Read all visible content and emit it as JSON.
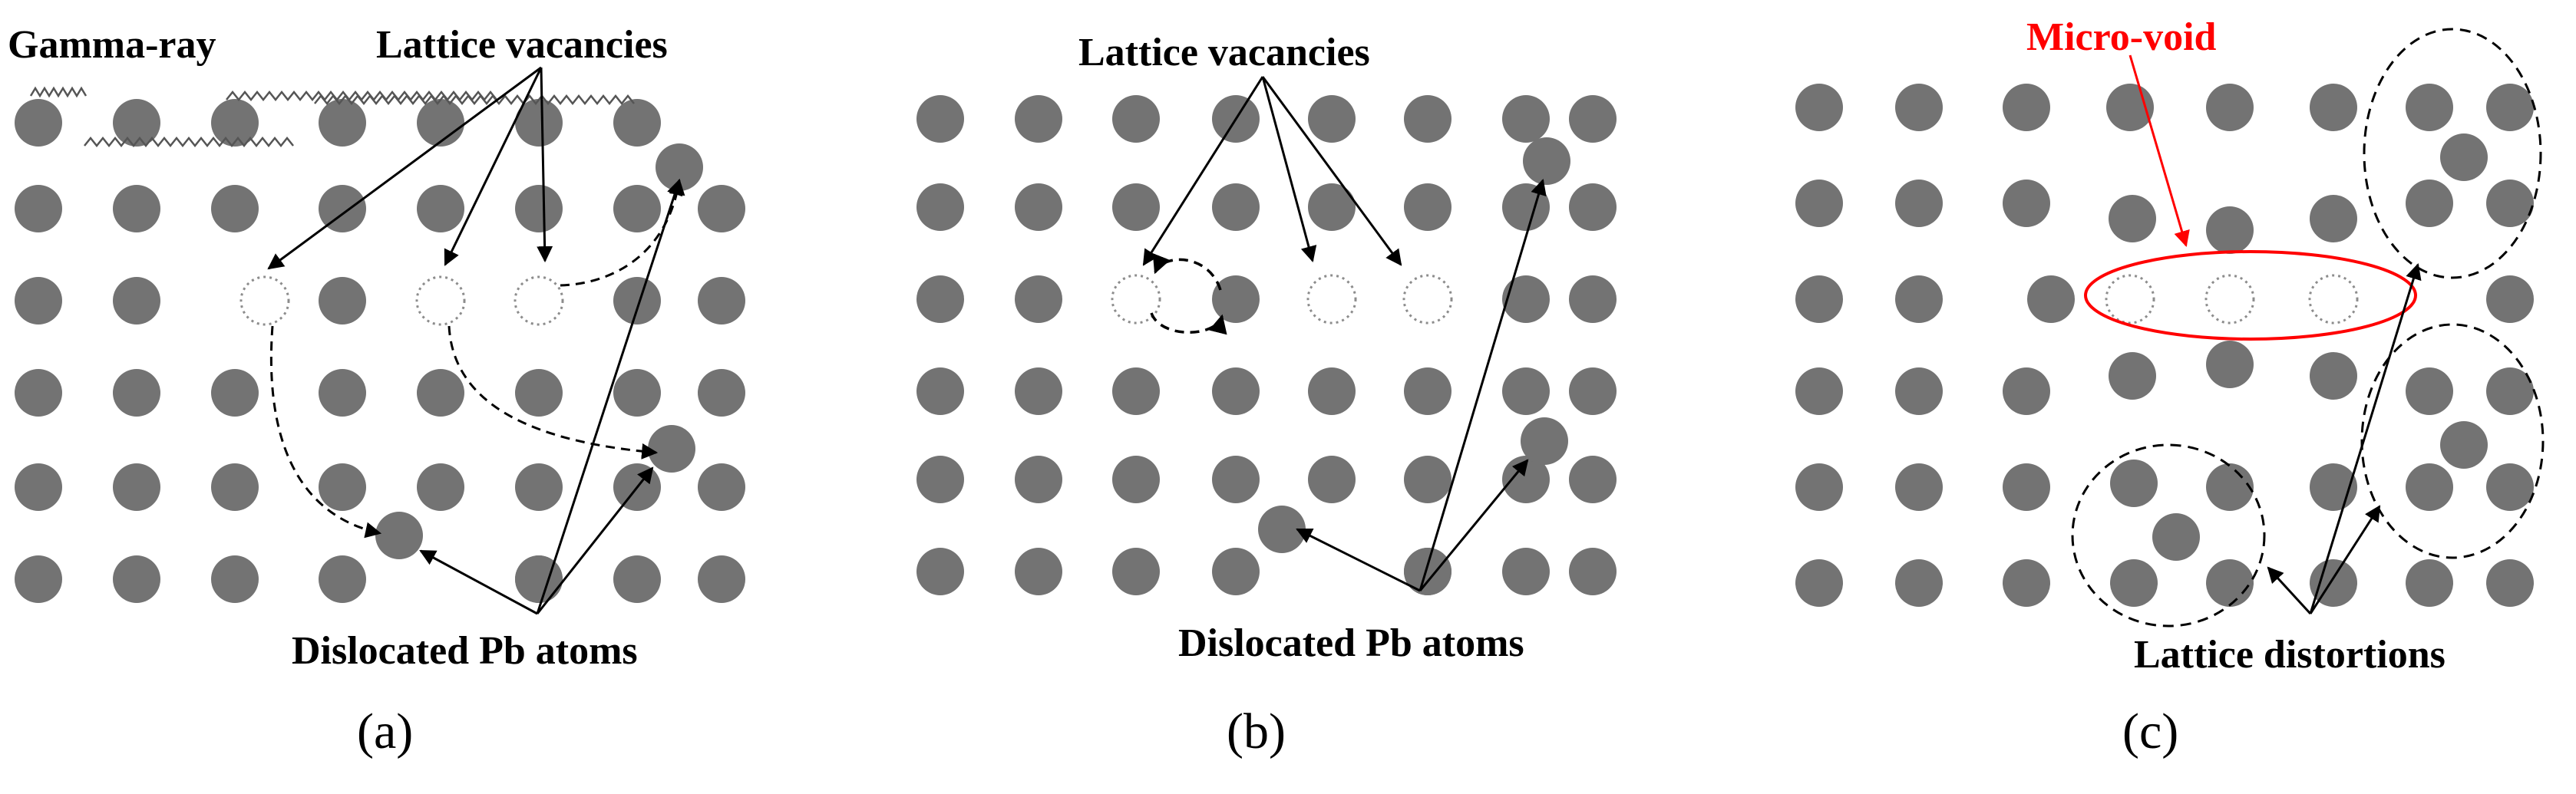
{
  "colors": {
    "atom": "#737373",
    "line": "#000000",
    "vacancy": "#8c8c8c",
    "highlight": "#ff0000"
  },
  "panel_a": {
    "caption": "(a)",
    "label_gamma": "Gamma-ray",
    "label_vacancies": "Lattice vacancies",
    "label_dislocated": "Dislocated Pb atoms"
  },
  "panel_b": {
    "caption": "(b)",
    "label_vacancies": "Lattice vacancies",
    "label_dislocated": "Dislocated Pb atoms"
  },
  "panel_c": {
    "caption": "(c)",
    "label_microvoid": "Micro-void",
    "label_distortions": "Lattice distortions"
  }
}
